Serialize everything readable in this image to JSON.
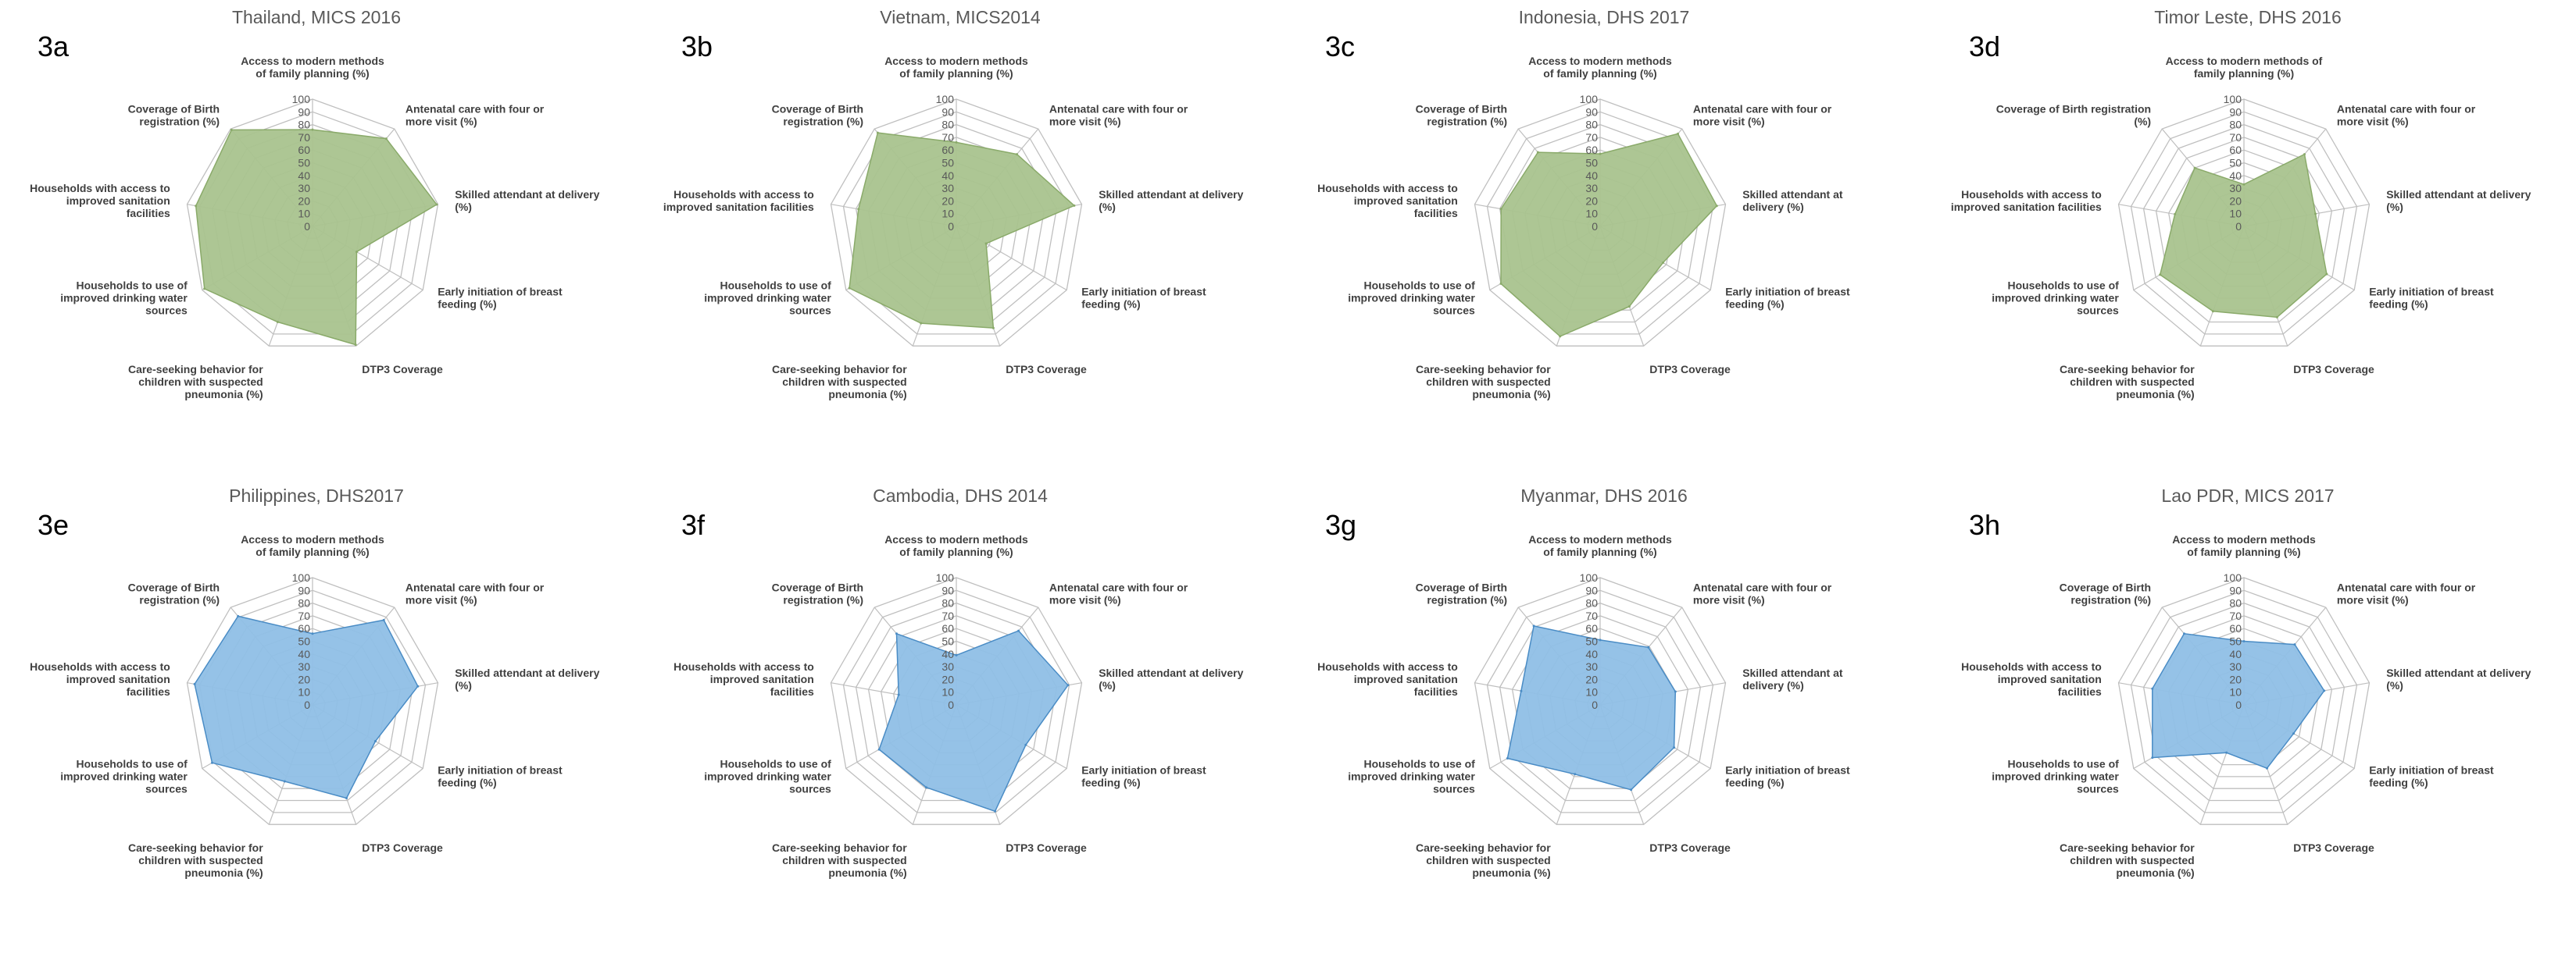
{
  "axes": [
    "Access to modern methods of family planning (%)",
    "Antenatal care with four or more visit (%)",
    "Skilled attendant at delivery (%)",
    "Early initiation of breast feeding (%)",
    "DTP3 Coverage",
    "Care-seeking behavior for children with suspected pneumonia (%)",
    "Households to use of improved drinking water sources",
    "Households with access to improved sanitation facilities",
    "Coverage of Birth registration (%)"
  ],
  "ticks": [
    "0",
    "10",
    "20",
    "30",
    "40",
    "50",
    "60",
    "70",
    "80",
    "90",
    "100"
  ],
  "colors": {
    "green_fill": "#a9c38e",
    "green_stroke": "#8aaa6a",
    "blue_fill": "#8fbfe6",
    "blue_stroke": "#4a8cc5",
    "grid": "#bfbfbf"
  },
  "chart_data": [
    {
      "type": "radar",
      "letter": "3a",
      "title": "Thailand, MICS 2016",
      "theme": "green",
      "rlim": [
        0,
        100
      ],
      "labels": [
        [
          "Access to modern methods",
          "of family planning (%)"
        ],
        [
          "Antenatal care with four or",
          "more visit (%)"
        ],
        [
          "Skilled attendant at delivery",
          "(%)"
        ],
        [
          "Early initiation of breast",
          "feeding (%)"
        ],
        [
          "DTP3 Coverage"
        ],
        [
          "Care-seeking behavior for",
          "children with suspected",
          "pneumonia (%)"
        ],
        [
          "Households to use of",
          "improved drinking water",
          "sources"
        ],
        [
          "Households with access to",
          "improved sanitation",
          "facilities"
        ],
        [
          "Coverage of Birth",
          "registration (%)"
        ]
      ],
      "values": [
        76,
        90,
        99,
        40,
        99,
        80,
        98,
        93,
        99
      ]
    },
    {
      "type": "radar",
      "letter": "3b",
      "title": "Vietnam, MICS2014",
      "theme": "green",
      "rlim": [
        0,
        100
      ],
      "labels": [
        [
          "Access to modern methods",
          "of family planning (%)"
        ],
        [
          "Antenatal care with four or",
          "more visit (%)"
        ],
        [
          "Skilled attendant at delivery",
          "(%)"
        ],
        [
          "Early initiation of breast",
          "feeding (%)"
        ],
        [
          "DTP3 Coverage"
        ],
        [
          "Care-seeking behavior for",
          "children with suspected",
          "pneumonia (%)"
        ],
        [
          "Households to use of",
          "improved drinking water",
          "sources"
        ],
        [
          "Households with access to",
          "improved sanitation facilities"
        ],
        [
          "Coverage of Birth",
          "registration (%)"
        ]
      ],
      "values": [
        66,
        74,
        94,
        27,
        85,
        81,
        97,
        78,
        96
      ]
    },
    {
      "type": "radar",
      "letter": "3c",
      "title": "Indonesia, DHS 2017",
      "theme": "green",
      "rlim": [
        0,
        100
      ],
      "labels": [
        [
          "Access to modern methods",
          "of family planning (%)"
        ],
        [
          "Antenatal care with four or",
          "more visit (%)"
        ],
        [
          "Skilled attendant at",
          "delivery (%)"
        ],
        [
          "Early initiation of breast",
          "feeding (%)"
        ],
        [
          "DTP3 Coverage"
        ],
        [
          "Care-seeking behavior for",
          "children with suspected",
          "pneumonia (%)"
        ],
        [
          "Households to use of",
          "improved drinking water",
          "sources"
        ],
        [
          "Households with access to",
          "improved sanitation",
          "facilities"
        ],
        [
          "Coverage of Birth",
          "registration (%)"
        ]
      ],
      "values": [
        57,
        95,
        93,
        57,
        67,
        92,
        90,
        79,
        76
      ]
    },
    {
      "type": "radar",
      "letter": "3d",
      "title": "Timor Leste, DHS 2016",
      "theme": "green",
      "rlim": [
        0,
        100
      ],
      "labels": [
        [
          "Access to modern methods of",
          "family planning (%)"
        ],
        [
          "Antenatal care with four or",
          "more visit (%)"
        ],
        [
          "Skilled attendant at delivery",
          "(%)"
        ],
        [
          "Early initiation of breast",
          "feeding (%)"
        ],
        [
          "DTP3 Coverage"
        ],
        [
          "Care-seeking behavior for",
          "children with suspected",
          "pneumonia (%)"
        ],
        [
          "Households to use of",
          "improved drinking water",
          "sources"
        ],
        [
          "Households with access to",
          "improved sanitation facilities"
        ],
        [
          "Coverage of Birth registration",
          "(%)"
        ]
      ],
      "values": [
        33,
        74,
        57,
        75,
        76,
        71,
        76,
        55,
        60
      ]
    },
    {
      "type": "radar",
      "letter": "3e",
      "title": "Philippines, DHS2017",
      "theme": "blue",
      "rlim": [
        0,
        100
      ],
      "labels": [
        [
          "Access to modern methods",
          "of family planning (%)"
        ],
        [
          "Antenatal care with four or",
          "more visit (%)"
        ],
        [
          "Skilled attendant at delivery",
          "(%)"
        ],
        [
          "Early initiation of breast",
          "feeding (%)"
        ],
        [
          "DTP3 Coverage"
        ],
        [
          "Care-seeking behavior for",
          "children with suspected",
          "pneumonia (%)"
        ],
        [
          "Households to use of",
          "improved drinking water",
          "sources"
        ],
        [
          "Households with access to",
          "improved sanitation",
          "facilities"
        ],
        [
          "Coverage of Birth",
          "registration (%)"
        ]
      ],
      "values": [
        56,
        87,
        84,
        57,
        78,
        64,
        91,
        94,
        91
      ]
    },
    {
      "type": "radar",
      "letter": "3f",
      "title": "Cambodia, DHS 2014",
      "theme": "blue",
      "rlim": [
        0,
        100
      ],
      "labels": [
        [
          "Access to modern methods",
          "of family planning (%)"
        ],
        [
          "Antenatal care with four or",
          "more visit (%)"
        ],
        [
          "Skilled attendant at delivery",
          "(%)"
        ],
        [
          "Early initiation of breast",
          "feeding (%)"
        ],
        [
          "DTP3 Coverage"
        ],
        [
          "Care-seeking behavior for",
          "children with suspected",
          "pneumonia (%)"
        ],
        [
          "Households to use of",
          "improved drinking water",
          "sources"
        ],
        [
          "Households with access to",
          "improved sanitation",
          "facilities"
        ],
        [
          "Coverage of Birth",
          "registration (%)"
        ]
      ],
      "values": [
        39,
        76,
        89,
        63,
        89,
        69,
        70,
        46,
        73
      ]
    },
    {
      "type": "radar",
      "letter": "3g",
      "title": "Myanmar, DHS 2016",
      "theme": "blue",
      "rlim": [
        0,
        100
      ],
      "labels": [
        [
          "Access to modern methods",
          "of family planning (%)"
        ],
        [
          "Antenatal care with four or",
          "more visit (%)"
        ],
        [
          "Skilled attendant at",
          "delivery (%)"
        ],
        [
          "Early initiation of breast",
          "feeding (%)"
        ],
        [
          "DTP3 Coverage"
        ],
        [
          "Care-seeking behavior for",
          "children with suspected",
          "pneumonia (%)"
        ],
        [
          "Households to use of",
          "improved drinking water",
          "sources"
        ],
        [
          "Households with access to",
          "improved sanitation",
          "facilities"
        ],
        [
          "Coverage of Birth",
          "registration (%)"
        ]
      ],
      "values": [
        51,
        59,
        60,
        67,
        71,
        58,
        84,
        63,
        81
      ]
    },
    {
      "type": "radar",
      "letter": "3h",
      "title": "Lao PDR, MICS 2017",
      "theme": "blue",
      "rlim": [
        0,
        100
      ],
      "labels": [
        [
          "Access to modern methods",
          "of family planning (%)"
        ],
        [
          "Antenatal care with four or",
          "more visit (%)"
        ],
        [
          "Skilled attendant at delivery",
          "(%)"
        ],
        [
          "Early initiation of breast",
          "feeding (%)"
        ],
        [
          "DTP3 Coverage"
        ],
        [
          "Care-seeking behavior for",
          "children with suspected",
          "pneumonia (%)"
        ],
        [
          "Households to use of",
          "improved drinking water",
          "sources"
        ],
        [
          "Households with access to",
          "improved sanitation",
          "facilities"
        ],
        [
          "Coverage of Birth",
          "registration (%)"
        ]
      ],
      "values": [
        50,
        62,
        64,
        45,
        53,
        40,
        83,
        73,
        73
      ]
    }
  ]
}
